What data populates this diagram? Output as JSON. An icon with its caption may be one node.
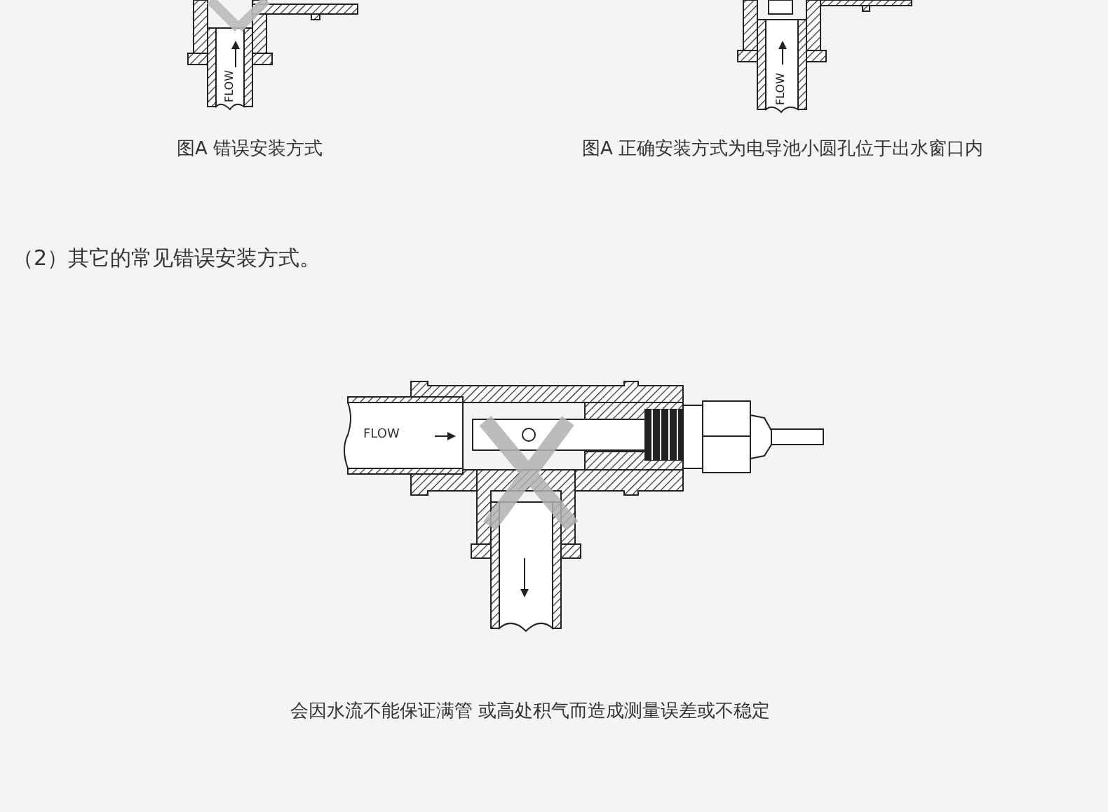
{
  "diagram": {
    "labels": [
      "FLOW",
      "FLOW",
      "图A 错误安装方式",
      "图A 正确安装方式为电导池小圆孔位于出水窗口内",
      "（2）其它的常见错误安装方式。",
      "FLOW",
      "会因水流不能保证满管 或高处积气而造成测量误差或不稳定"
    ]
  }
}
